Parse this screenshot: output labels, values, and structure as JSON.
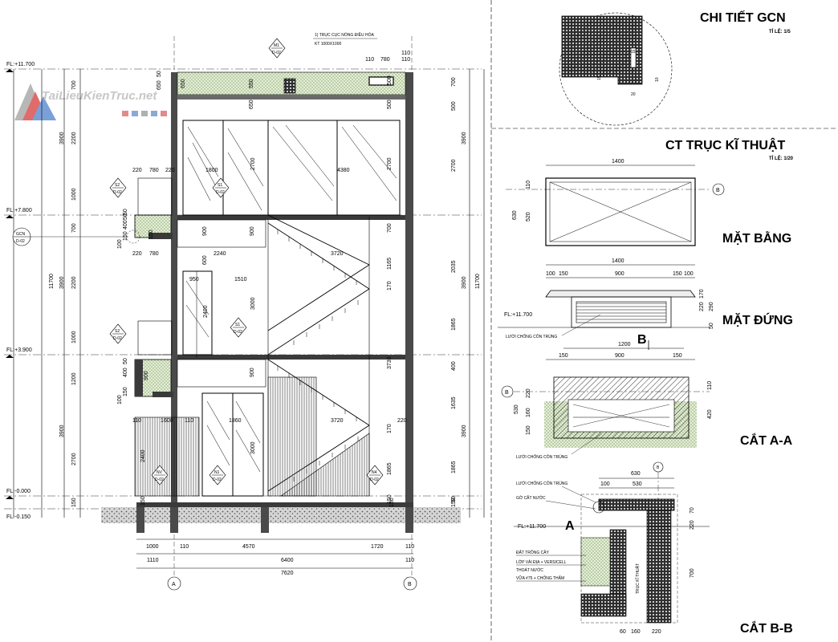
{
  "watermark": {
    "text": "TaiLieuKienTruc.net",
    "colors": [
      "#e05a5a",
      "#5a8fd6",
      "#9a9a9a"
    ]
  },
  "titles": {
    "gcn_detail": "CHI TIẾT GCN",
    "gcn_scale": "TỈ LỆ: 1/5",
    "shaft_detail": "CT TRỤC KĨ THUẬT",
    "shaft_scale": "TỈ LỆ: 1/20",
    "plan": "MẶT BẰNG",
    "elevation": "MẶT ĐỨNG",
    "section_aa": "CẮT A-A",
    "section_bb": "CẮT B-B"
  },
  "levels": {
    "roof": "FL:+11.700",
    "l3": "FL:+7.800",
    "l2": "FL:+3.900",
    "l1": "FL:-0.000",
    "ground": "FL:-0.150",
    "elev_fl": "FL:+11.700",
    "bb_fl": "FL:+11.700"
  },
  "notes": {
    "shaft_top_1": "1) TRỤC CỤC NÓNG ĐIỀU HÒA",
    "shaft_top_2": "KT 1000X1000",
    "mesh_1": "LƯỚI CHỐNG CÔN TRÙNG",
    "mesh_2": "LƯỚI CHỐNG CÔN TRÙNG",
    "mesh_3": "LƯỚI CHỐNG CÔN TRÙNG",
    "drip": "GỜ CẮT NƯỚC",
    "soil": "ĐẤT TRỒNG CÂY",
    "fabric_1": "LỚP VẢI ĐỊA + VERSICELL",
    "fabric_2": "THOÁT NƯỚC",
    "mortar": "VỮA #75 + CHỐNG THẤM",
    "shaft_label": "TRỤC KĨ THUẬT"
  },
  "tags": {
    "m1": "M1",
    "s1a": "S1",
    "s1b": "S1",
    "s2a": "S2",
    "s2b": "S2",
    "n1": "N1",
    "nv": "NV",
    "n4": "N4",
    "gcn": "GCN",
    "sub": "D-02"
  },
  "grid": {
    "a": "A",
    "b": "B",
    "b_plan": "B",
    "b_elev": "B",
    "b_aa": "B",
    "b_bb": "B",
    "a_bb": "A",
    "bb_mark": "B"
  },
  "dims_left": {
    "total": "11700",
    "f1": "3900",
    "f2": "3900",
    "f3": "3900",
    "d2700": "2700",
    "d1200": "1200",
    "d1000a": "1000",
    "d2200a": "2200",
    "d700": "700",
    "d1000b": "1000",
    "d2200b": "2200",
    "d700b": "700",
    "d150": "150",
    "d100a": "100",
    "d150b": "150",
    "d400a": "400",
    "d50a": "50",
    "d100b": "100",
    "d150c": "150",
    "d400b": "400",
    "d50b": "50",
    "d650": "650",
    "d50c": "50",
    "d150d": "150",
    "d50d": "50"
  },
  "dims_right": {
    "total": "11700",
    "f1": "3900",
    "f2": "3900",
    "f3": "3900",
    "r700": "700",
    "r500": "500",
    "r2700": "2700",
    "r700b": "700",
    "r2035": "2035",
    "r1865a": "1865",
    "r400": "400",
    "r1635": "1635",
    "r1865b": "1865",
    "r150a": "150",
    "r150b": "150",
    "r50": "50"
  },
  "dims_inner": {
    "d110a": "110",
    "d780": "780",
    "d110b": "110",
    "d110c": "110",
    "d550": "550",
    "d650": "650",
    "d500a": "500",
    "d650b": "650",
    "d500b": "500",
    "d220a": "220",
    "d780b": "780",
    "d220b": "220",
    "d1800": "1800",
    "d4380": "4380",
    "d2700a": "2700",
    "d2700b": "2700",
    "d220c": "220",
    "d780c": "780",
    "d2240": "2240",
    "d3720a": "3720",
    "d900a": "900",
    "d900b": "900",
    "d600": "600",
    "d950": "950",
    "d1510": "1510",
    "d2400a": "2400",
    "d3000a": "3000",
    "d1165": "1165",
    "d170a": "170",
    "d3730": "3730",
    "d900c": "900",
    "d900d": "900",
    "d110d": "110",
    "d1600": "1600",
    "d110e": "110",
    "d1860": "1860",
    "d3720b": "3720",
    "d220d": "220",
    "d2400b": "2400",
    "d3000b": "3000",
    "d170b": "170",
    "d1865": "1865",
    "d150a": "150",
    "d150b": "150"
  },
  "dims_bottom": {
    "b1000": "1000",
    "b110a": "110",
    "b4570": "4570",
    "b1720": "1720",
    "b110b": "110",
    "b1110": "1110",
    "b6400": "6400",
    "b110c": "110",
    "b7620": "7620"
  },
  "dims_gcn": {
    "g15a": "15",
    "g15b": "15",
    "g10": "10",
    "g20": "20"
  },
  "dims_plan": {
    "p1400": "1400",
    "p630": "630",
    "p110": "110",
    "p520": "520"
  },
  "dims_elev": {
    "e1400": "1400",
    "e100a": "100",
    "e150a": "150",
    "e900": "900",
    "e150b": "150",
    "e100b": "100",
    "e170": "170",
    "e220": "220",
    "e290": "290",
    "e50": "50"
  },
  "dims_aa": {
    "a1200": "1200",
    "a150a": "150",
    "a900": "900",
    "a150b": "150",
    "a220": "220",
    "a530": "530",
    "a160": "160",
    "a150": "150",
    "a110": "110",
    "a420": "420"
  },
  "dims_bb": {
    "b630": "630",
    "b100": "100",
    "b530": "530",
    "b70": "70",
    "b220": "220",
    "b700": "700",
    "b60": "60",
    "b160": "160",
    "b220b": "220"
  }
}
